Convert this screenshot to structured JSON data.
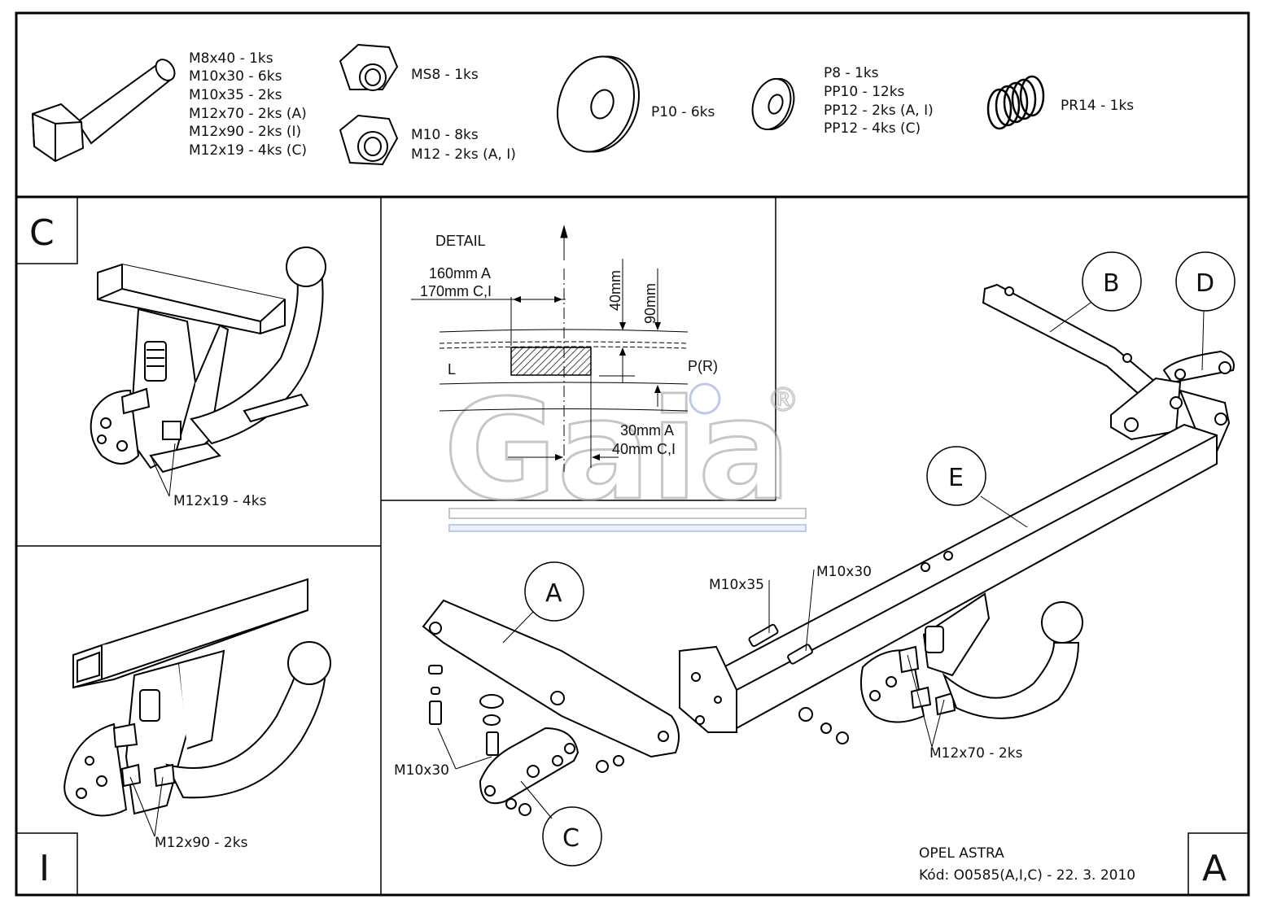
{
  "parts": {
    "bolts": [
      "M8x40 - 1ks",
      "M10x30 - 6ks",
      "M10x35 - 2ks",
      "M12x70 - 2ks (A)",
      "M12x90 - 2ks (I)",
      "M12x19 - 4ks (C)"
    ],
    "nut_ms8": "MS8 - 1ks",
    "nuts": [
      "M10 - 8ks",
      "M12 - 2ks (A, I)"
    ],
    "washer_p10": "P10 - 6ks",
    "washers": [
      "P8 - 1ks",
      "PP10 - 12ks",
      "PP12 - 2ks (A, I)",
      "PP12 - 4ks (C)"
    ],
    "spring": "PR14 - 1ks"
  },
  "panel_c": {
    "letter": "C",
    "bolt_label": "M12x19 - 4ks"
  },
  "panel_i": {
    "letter": "I",
    "bolt_label": "M12x90 - 2ks"
  },
  "detail": {
    "title": "DETAIL",
    "dim_top": [
      "160mm A",
      "170mm C,I"
    ],
    "dim_40": "40mm",
    "dim_90": "90mm",
    "left": "L",
    "right": "P(R)",
    "dim_bottom": [
      "30mm A",
      "40mm C,I"
    ]
  },
  "main": {
    "callouts": {
      "a": "A",
      "b": "B",
      "c": "C",
      "d": "D",
      "e": "E"
    },
    "m10x35": "M10x35",
    "m10x30_top": "M10x30",
    "m10x30_left": "M10x30",
    "m12x70": "M12x70 - 2ks",
    "model": "OPEL ASTRA",
    "code": "Kód: O0585(A,I,C) - 22. 3. 2010",
    "letter": "A"
  },
  "watermark": {
    "text": "Gaia",
    "mark": "®"
  }
}
